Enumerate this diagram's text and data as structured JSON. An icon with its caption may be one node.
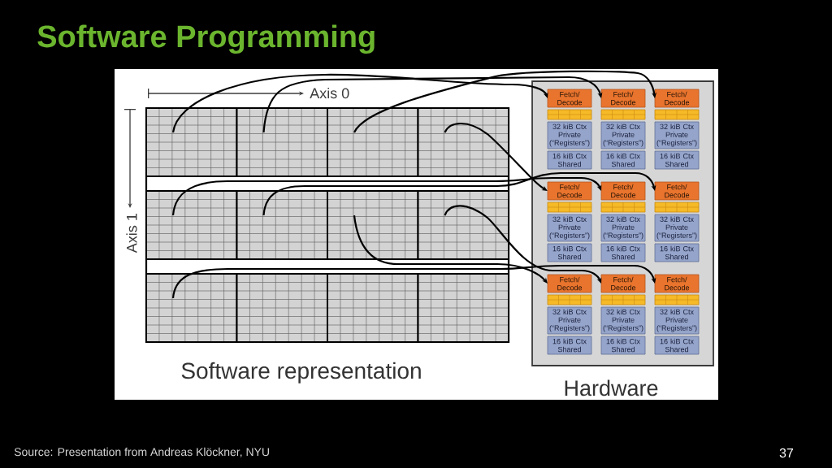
{
  "diagram": {
    "title": "Software Programming",
    "nodes": [
      {
        "text": [
          "Software representation"
        ]
      },
      {
        "text": [],
        "shape": "box",
        "in": 0
      },
      {
        "text": [],
        "shape": "box",
        "in": 0
      },
      {
        "text": [],
        "shape": "box",
        "in": 0
      },
      {
        "text": [],
        "shape": "box",
        "in": 0
      },
      {
        "text": [],
        "shape": "box",
        "in": 0
      },
      {
        "text": [],
        "shape": "box",
        "in": 0
      },
      {
        "text": [],
        "shape": "box",
        "in": 0
      },
      {
        "text": [],
        "shape": "box",
        "in": 0
      },
      {
        "text": [],
        "shape": "box",
        "in": 0
      },
      {
        "text": [],
        "shape": "box",
        "in": 0
      },
      {
        "text": [],
        "shape": "box",
        "in": 0
      },
      {
        "text": [],
        "shape": "box",
        "in": 0
      },
      {
        "text": [
          "Hardware"
        ]
      },
      {
        "text": [
          "Fetch/ Decode"
        ],
        "in": 13
      },
      {
        "text": [],
        "shape": "box",
        "in": 13
      },
      {
        "text": [
          "32 kiB Ctx Private (“Registers”)"
        ],
        "in": 13
      },
      {
        "text": [
          "16 kiB Ctx Shared"
        ],
        "in": 13
      },
      {
        "text": [
          "Fetch/ Decode"
        ],
        "in": 13
      },
      {
        "text": [],
        "shape": "box",
        "in": 13
      },
      {
        "text": [
          "32 kiB Ctx Private (“Registers”)"
        ],
        "in": 13
      },
      {
        "text": [
          "16 kiB Ctx Shared"
        ],
        "in": 13
      },
      {
        "text": [
          "Fetch/ Decode"
        ],
        "in": 13
      },
      {
        "text": [],
        "shape": "box",
        "in": 13
      },
      {
        "text": [
          "32 kiB Ctx Private (“Registers”)"
        ],
        "in": 13
      },
      {
        "text": [
          "16 kiB Ctx Shared"
        ],
        "in": 13
      },
      {
        "text": [
          "Fetch/ Decode"
        ],
        "in": 13
      },
      {
        "text": [],
        "shape": "box",
        "in": 13
      },
      {
        "text": [
          "32 kiB Ctx Private (“Registers”)"
        ],
        "in": 13
      },
      {
        "text": [
          "16 kiB Ctx Shared"
        ],
        "in": 13
      },
      {
        "text": [
          "Fetch/ Decode"
        ],
        "in": 13
      },
      {
        "text": [],
        "shape": "box",
        "in": 13
      },
      {
        "text": [
          "32 kiB Ctx Private (“Registers”)"
        ],
        "in": 13
      },
      {
        "text": [
          "16 kiB Ctx Shared"
        ],
        "in": 13
      },
      {
        "text": [
          "Fetch/ Decode"
        ],
        "in": 13
      },
      {
        "text": [],
        "shape": "box",
        "in": 13
      },
      {
        "text": [
          "32 kiB Ctx Private (“Registers”)"
        ],
        "in": 13
      },
      {
        "text": [
          "16 kiB Ctx Shared"
        ],
        "in": 13
      },
      {
        "text": [
          "Fetch/ Decode"
        ],
        "in": 13
      },
      {
        "text": [],
        "shape": "box",
        "in": 13
      },
      {
        "text": [
          "32 kiB Ctx Private (“Registers”)"
        ],
        "in": 13
      },
      {
        "text": [
          "16 kiB Ctx Shared"
        ],
        "in": 13
      },
      {
        "text": [
          "Fetch/ Decode"
        ],
        "in": 13
      },
      {
        "text": [],
        "shape": "box",
        "in": 13
      },
      {
        "text": [
          "32 kiB Ctx Private (“Registers”)"
        ],
        "in": 13
      },
      {
        "text": [
          "16 kiB Ctx Shared"
        ],
        "in": 13
      },
      {
        "text": [
          "Fetch/ Decode"
        ],
        "in": 13
      },
      {
        "text": [],
        "shape": "box",
        "in": 13
      },
      {
        "text": [
          "32 kiB Ctx Private (“Registers”)"
        ],
        "in": 13
      },
      {
        "text": [
          "16 kiB Ctx Shared"
        ],
        "in": 13
      }
    ],
    "edges": [
      {
        "from": 1,
        "to": 14,
        "arrow": "to"
      },
      {
        "from": 2,
        "to": 18,
        "arrow": "to"
      },
      {
        "from": 3,
        "to": 22,
        "arrow": "to"
      },
      {
        "from": 4,
        "to": 26,
        "arrow": "to"
      },
      {
        "from": 5,
        "to": 30,
        "arrow": "to"
      },
      {
        "from": 6,
        "to": 34,
        "arrow": "to"
      },
      {
        "from": 7,
        "to": 38,
        "arrow": "to"
      },
      {
        "from": 8,
        "to": 42,
        "arrow": "to"
      },
      {
        "from": 9,
        "to": 46,
        "arrow": "to"
      }
    ],
    "labels": [
      "Axis 0",
      "Axis 1",
      "Source: Presentation from Andreas Klöckner, NYU",
      "37"
    ]
  }
}
